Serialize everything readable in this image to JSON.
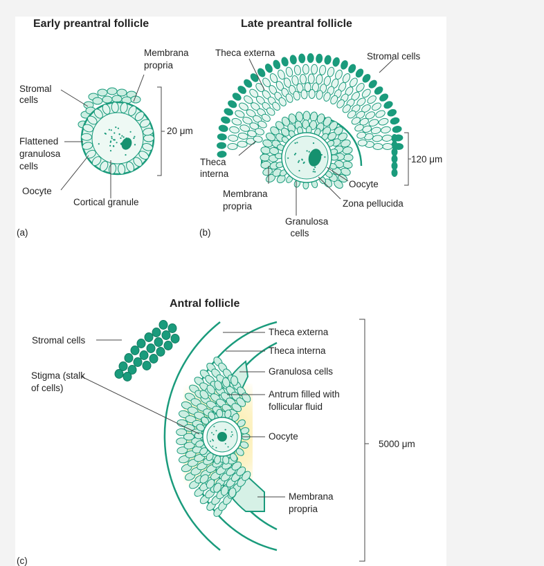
{
  "colors": {
    "teal": "#1a9b7c",
    "teal_light": "#cdeee2",
    "teal_fill": "#e2f5ee",
    "fluid": "#fdf3c4",
    "line": "#444444"
  },
  "panel_a": {
    "title": "Early preantral follicle",
    "tag": "(a)",
    "labels": {
      "membrana_1": "Membrana",
      "membrana_2": "propria",
      "stromal_1": "Stromal",
      "stromal_2": "cells",
      "flat_1": "Flattened",
      "flat_2": "granulosa",
      "flat_3": "cells",
      "oocyte": "Oocyte",
      "cortical": "Cortical granule",
      "size": "20 μm"
    }
  },
  "panel_b": {
    "title": "Late preantral follicle",
    "tag": "(b)",
    "labels": {
      "theca_ext": "Theca externa",
      "stromal": "Stromal cells",
      "theca_int_1": "Theca",
      "theca_int_2": "interna",
      "membrana_1": "Membrana",
      "membrana_2": "propria",
      "oocyte": "Oocyte",
      "zona": "Zona pellucida",
      "gran_1": "Granulosa",
      "gran_2": "cells",
      "size": "120 μm"
    }
  },
  "panel_c": {
    "title": "Antral follicle",
    "tag": "(c)",
    "labels": {
      "stromal": "Stromal cells",
      "stigma_1": "Stigma (stalk",
      "stigma_2": "of cells)",
      "theca_ext": "Theca externa",
      "theca_int": "Theca interna",
      "gran": "Granulosa cells",
      "antrum_1": "Antrum filled with",
      "antrum_2": "follicular fluid",
      "oocyte": "Oocyte",
      "membrana_1": "Membrana",
      "membrana_2": "propria",
      "size": "5000 μm"
    }
  }
}
